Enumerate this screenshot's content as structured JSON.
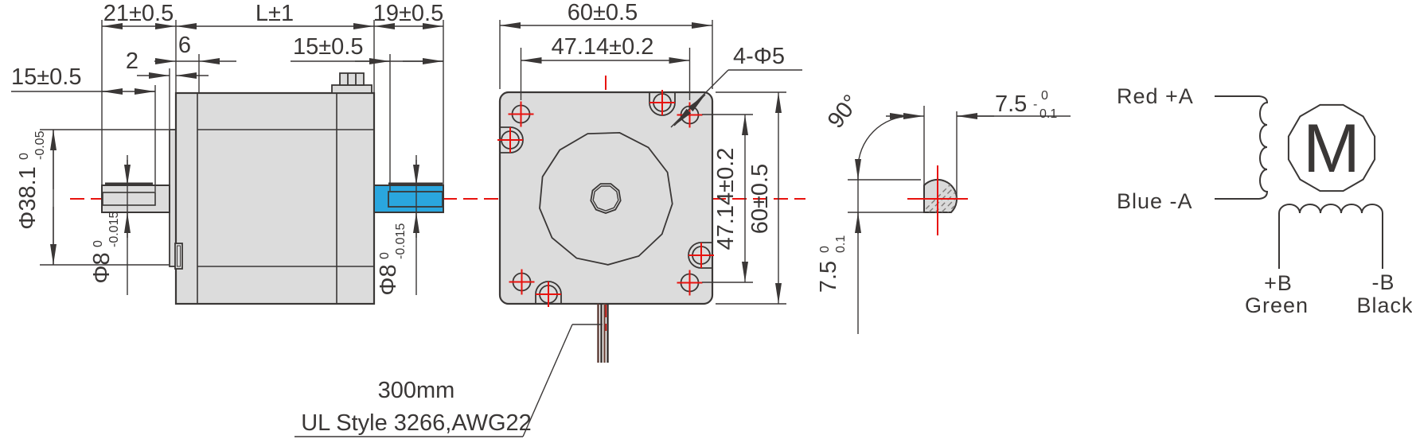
{
  "side_view": {
    "dim_rear_shaft_length": "21±0.5",
    "dim_body_length": "L±1",
    "dim_front_shaft_length": "19±0.5",
    "dim_rear_flat_length": "15±0.5",
    "dim_front_flat_length": "15±0.5",
    "dim_boss_thickness": "2",
    "dim_flange_thickness": "6",
    "dim_boss_dia": {
      "main": "Φ38.1",
      "upper": "0",
      "lower": "-0.05"
    },
    "dim_rear_shaft_dia": {
      "main": "Φ8",
      "upper": "0",
      "lower": "-0.015"
    },
    "dim_front_shaft_dia": {
      "main": "Φ8",
      "upper": "0",
      "lower": "-0.015"
    }
  },
  "front_view": {
    "dim_width": "60±0.5",
    "dim_hole_pitch_horizontal": "47.14±0.2",
    "dim_mounting_holes": "4-Φ5",
    "dim_hole_pitch_vertical": "47.14±0.2",
    "dim_height": "60±0.5",
    "lead_wire_note_line1": "300mm",
    "lead_wire_note_line2": "UL Style 3266,AWG22"
  },
  "shaft_section": {
    "dim_angle": "90°",
    "dim_flat_width": {
      "main": "7.5",
      "minus": "-",
      "upper": "0",
      "lower": "0.1"
    },
    "dim_flat_height": {
      "main": "7.5",
      "upper": "0",
      "lower": "0.1"
    }
  },
  "wiring_diagram": {
    "phase_a_positive": "Red +A",
    "phase_a_negative": "Blue -A",
    "motor_symbol": "M",
    "phase_b_positive_terminal": "+B",
    "phase_b_positive_color": "Green",
    "phase_b_negative_terminal": "-B",
    "phase_b_negative_color": "Black"
  },
  "colors": {
    "body_fill": "#dcdcdc",
    "outline": "#3a3736",
    "centerline_red": "#e8120e",
    "front_shaft_blue": "#2aa6de"
  }
}
